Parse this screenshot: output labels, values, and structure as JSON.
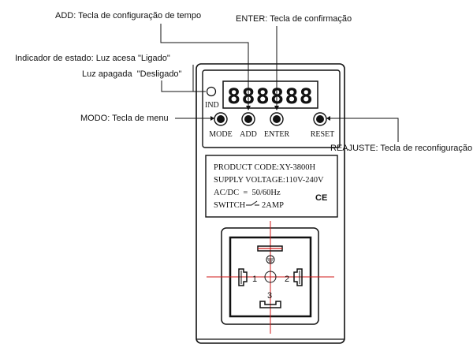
{
  "annotations": {
    "add": "ADD: Tecla de configuração de tempo",
    "enter": "ENTER: Tecla de confirmação",
    "ind_on": "Indicador de estado: Luz acesa \"Ligado\"",
    "ind_off": "Luz apagada  \"Desligado\"",
    "mode": "MODO: Tecla de menu",
    "reset": "REAJUSTE: Tecla de reconfiguração"
  },
  "device": {
    "display_value": "888888",
    "ind_label": "IND",
    "buttons": {
      "mode": "MODE",
      "add": "ADD",
      "enter": "ENTER",
      "reset": "RESET"
    },
    "spec": {
      "product_code": "PRODUCT CODE:XY-3800H",
      "supply_voltage": "SUPPLY VOLTAGE:110V-240V",
      "acdc": "AC/DC  =  50/60Hz",
      "switch_prefix": "SWITCH",
      "switch_value": "2AMP",
      "ce_mark": "CE"
    },
    "socket": {
      "pin1": "1",
      "pin2": "2",
      "pin3": "3"
    }
  }
}
